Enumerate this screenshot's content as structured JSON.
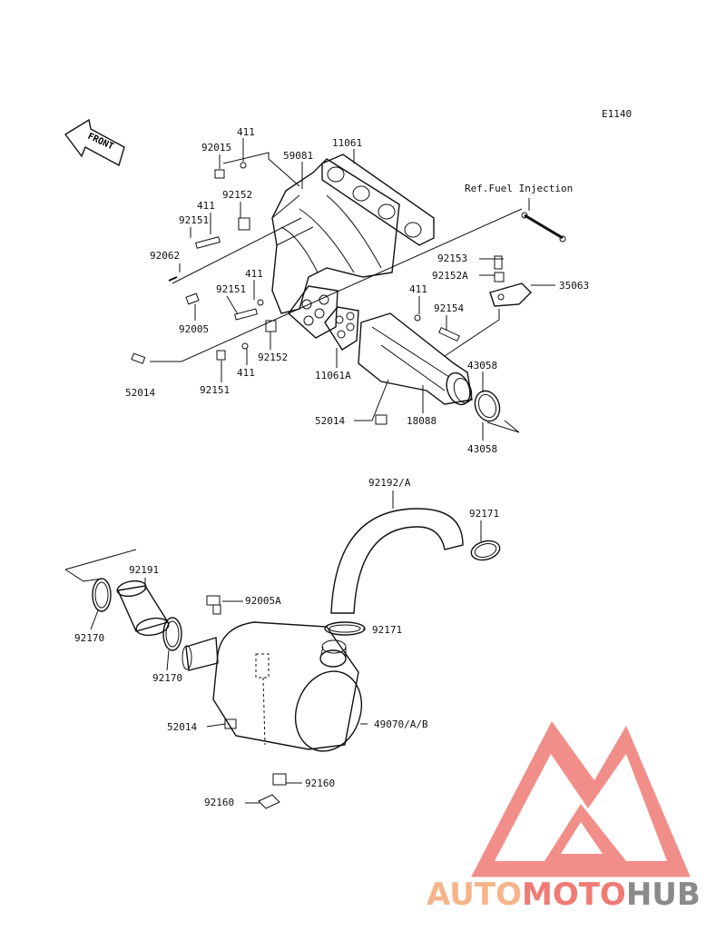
{
  "diagram": {
    "code": "E1140",
    "front_label": "FRONT",
    "ref_label": "Ref.Fuel Injection",
    "callouts": {
      "c411a": "411",
      "c92015": "92015",
      "c59081": "59081",
      "c11061": "11061",
      "c411b": "411",
      "c92152a": "92152",
      "c92151a": "92151",
      "c92062": "92062",
      "c411c": "411",
      "c92151b": "92151",
      "c92005": "92005",
      "c52014a": "52014",
      "c411d": "411",
      "c92152b": "92152",
      "c92151c": "92151",
      "c11061A": "11061A",
      "c92153": "92153",
      "c92152A": "92152A",
      "c35063": "35063",
      "c411e": "411",
      "c92154": "92154",
      "c43058a": "43058",
      "c43058b": "43058",
      "c52014b": "52014",
      "c18088": "18088",
      "c92192A": "92192/A",
      "c92171a": "92171",
      "c92191": "92191",
      "c92005A": "92005A",
      "c92170a": "92170",
      "c92170b": "92170",
      "c92171b": "92171",
      "c52014c": "52014",
      "c49070": "49070/A/B",
      "c92160a": "92160",
      "c92160b": "92160"
    }
  },
  "watermark": {
    "part1": "AUTO",
    "part2": "MOTO",
    "part3": "HUB",
    "color_light": "#f6b48a",
    "color_red": "#f07b75",
    "color_gray": "#8a8a8a"
  }
}
